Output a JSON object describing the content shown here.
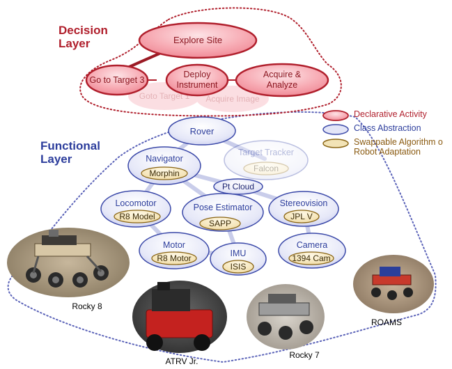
{
  "layers": {
    "decision": [
      "Decision",
      "Layer"
    ],
    "functional": [
      "Functional",
      "Layer"
    ]
  },
  "decision_nodes": {
    "explore": "Explore Site",
    "goto3": "Go to Target 3",
    "deploy": [
      "Deploy",
      "Instrument"
    ],
    "acquire": [
      "Acquire &",
      "Analyze"
    ],
    "ghost_goto": "Goto Target 1",
    "ghost_acquire": "Acquire Image"
  },
  "functional_nodes": {
    "rover": "Rover",
    "target_tracker": {
      "label": "Target Tracker",
      "algorithm": "Falcon"
    },
    "navigator": {
      "label": "Navigator",
      "algorithm": "Morphin"
    },
    "pt_cloud": "Pt Cloud",
    "locomotor": {
      "label": "Locomotor",
      "algorithm": "R8 Model"
    },
    "pose_estimator": {
      "label": "Pose Estimator",
      "algorithm": "SAPP"
    },
    "stereovision": {
      "label": "Stereovision",
      "algorithm": "JPL V"
    },
    "motor": {
      "label": "Motor",
      "algorithm": "R8 Motor"
    },
    "imu": {
      "label": "IMU",
      "algorithm": "ISIS"
    },
    "camera": {
      "label": "Camera",
      "algorithm": "1394 Cam"
    }
  },
  "legend": {
    "declarative": "Declarative Activity",
    "class": "Class Abstraction",
    "swappable": [
      "Swappable Algorithm o",
      "Robot Adaptation"
    ]
  },
  "robots": {
    "rocky8": "Rocky 8",
    "atrv": "ATRV Jr.",
    "rocky7": "Rocky 7",
    "roams": "ROAMS"
  },
  "colors": {
    "decision_red": "#b01f2c",
    "activity_fill": "#f6a3ae",
    "functional_blue": "#3a48a8",
    "class_fill": "#e3e5f7",
    "algorithm_gold": "#8a6514",
    "algorithm_fill": "#f2e3b6"
  }
}
